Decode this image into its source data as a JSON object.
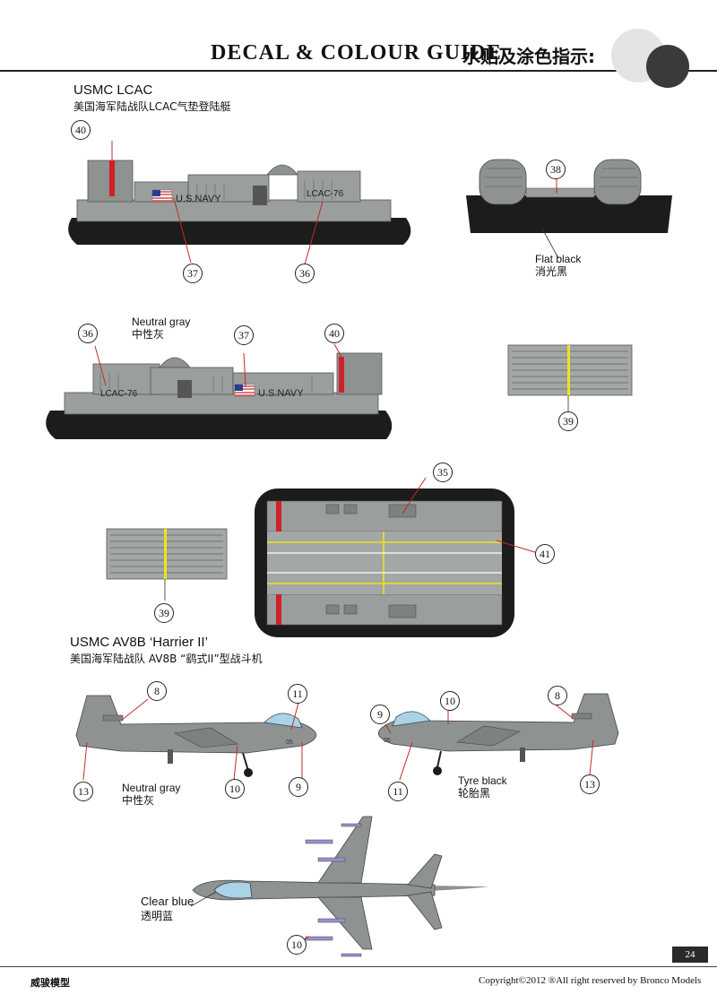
{
  "header": {
    "title": "DECAL & COLOUR GUIDE",
    "title_cn": "水贴及涂色指示:"
  },
  "lcac": {
    "title": "USMC LCAC",
    "subtitle": "美国海军陆战队LCAC气垫登陆艇",
    "hull_text": "U.S.NAVY",
    "hull_number": "LCAC-76",
    "notes": {
      "flat_black": "Flat black",
      "flat_black_cn": "消光黑",
      "neutral_gray": "Neutral gray",
      "neutral_gray_cn": "中性灰"
    },
    "callouts": [
      "40",
      "37",
      "36",
      "38",
      "36",
      "37",
      "40",
      "39",
      "35",
      "41",
      "39"
    ]
  },
  "harrier": {
    "title": "USMC AV8B ‘Harrier II’",
    "subtitle": "美国海军陆战队 AV8B “鹞式II”型战斗机",
    "notes": {
      "neutral_gray": "Neutral gray",
      "neutral_gray_cn": "中性灰",
      "tyre_black": "Tyre black",
      "tyre_black_cn": "轮胎黑",
      "clear_blue": "Clear blue",
      "clear_blue_cn": "透明蓝"
    },
    "callouts": [
      "8",
      "11",
      "13",
      "10",
      "9",
      "9",
      "10",
      "8",
      "11",
      "13",
      "10"
    ]
  },
  "colors": {
    "hull_gray": "#9a9e9c",
    "skirt_black": "#1c1c1c",
    "stripe_yellow": "#f2e21a",
    "marker_red": "#d0202a",
    "canopy_blue": "#a9d4e8"
  },
  "footer": {
    "page_number": "24",
    "brand_cn": "威骏模型",
    "copyright": "Copyright©2012  ®All right reserved by Bronco Models"
  }
}
